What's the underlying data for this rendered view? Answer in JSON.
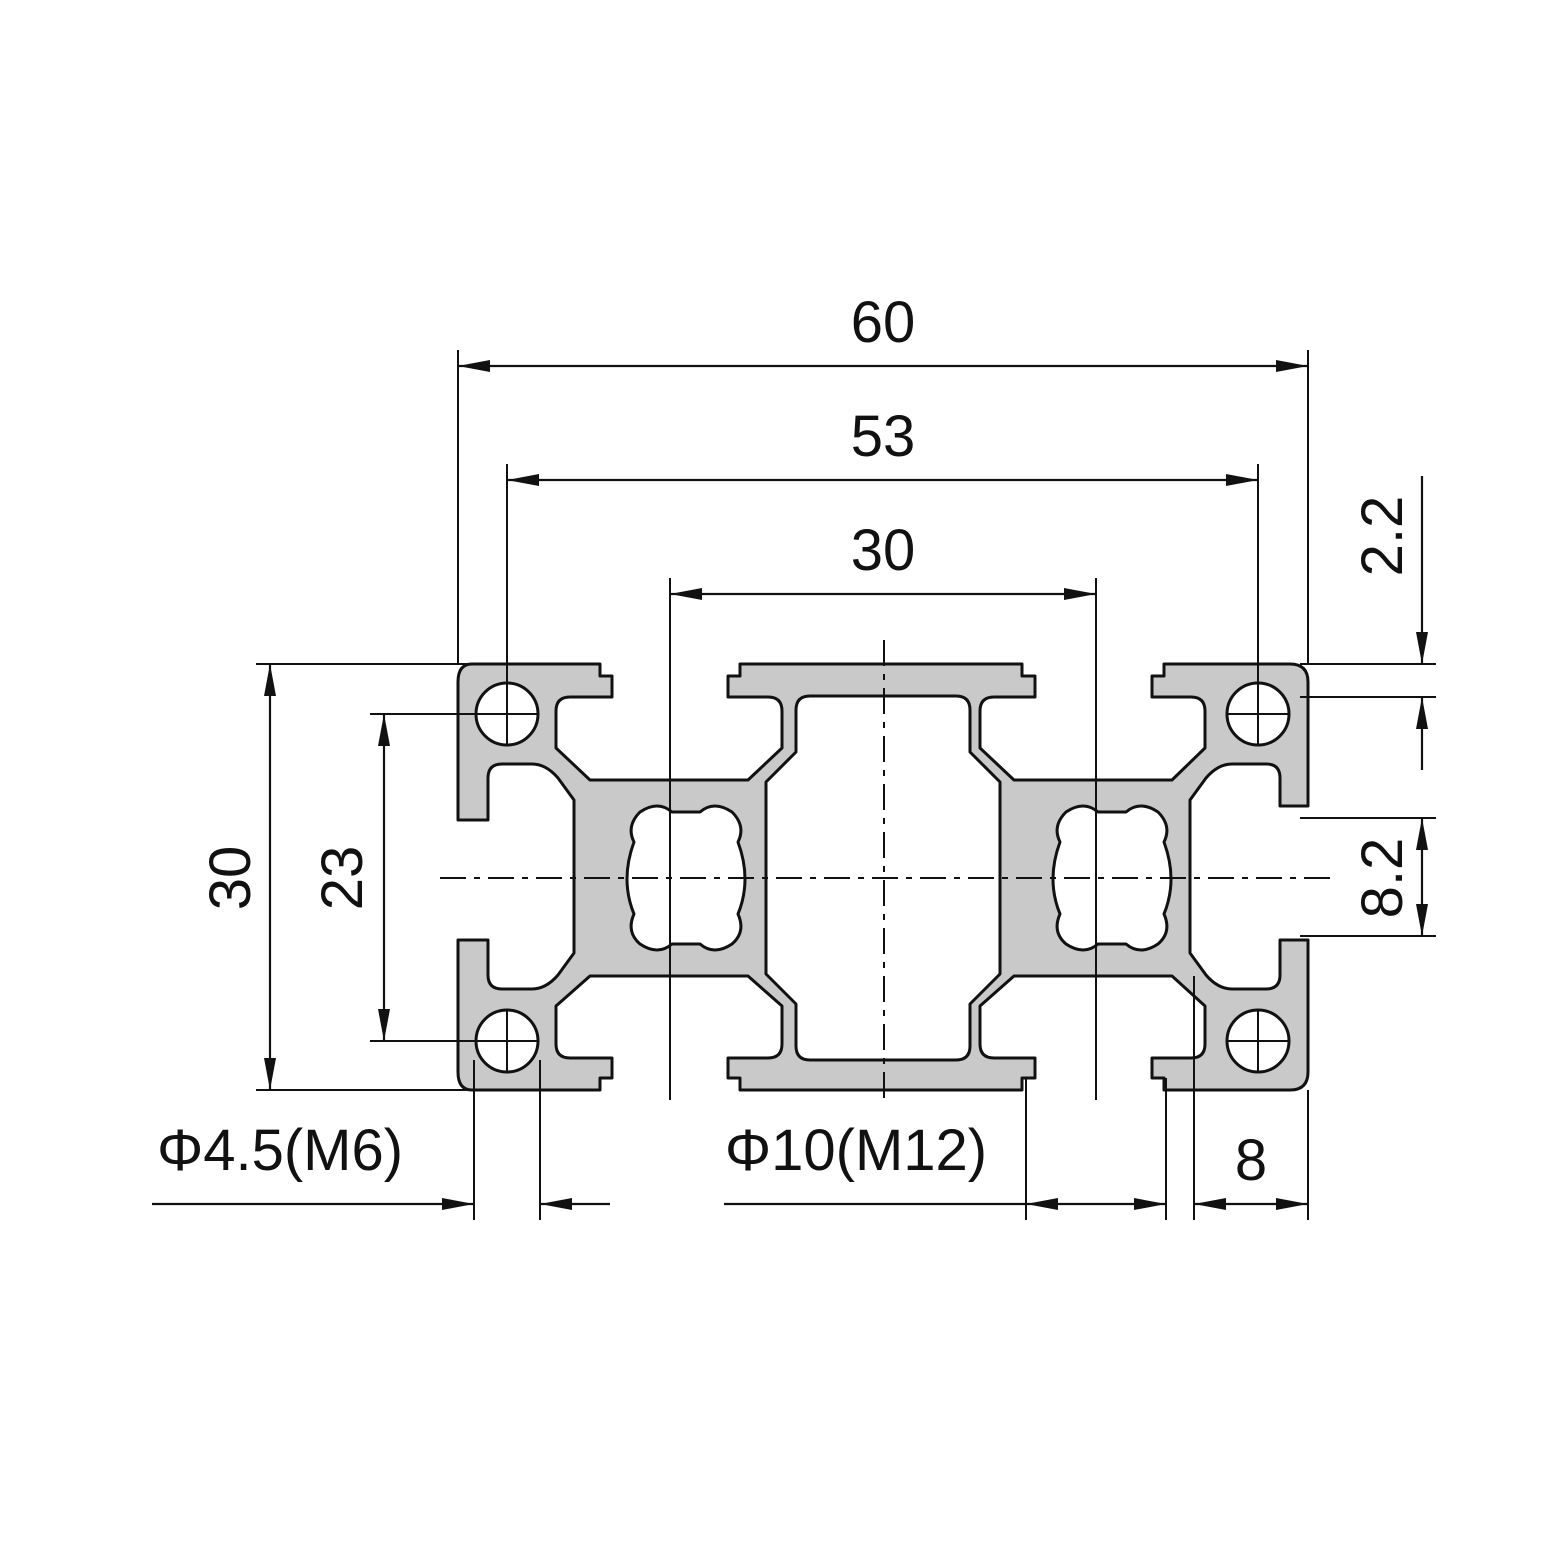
{
  "dimensions": {
    "overall_width": "60",
    "hole_spacing": "53",
    "center_spacing": "30",
    "overall_height": "30",
    "hole_vertical_spacing": "23",
    "top_flange": "2.2",
    "slot_opening": "8.2",
    "slot_width": "8",
    "corner_hole": "Φ4.5(M6)",
    "center_hole": "Φ10(M12)"
  },
  "colors": {
    "profile_fill": "#c9c9c9",
    "line": "#111111",
    "background": "#ffffff"
  }
}
